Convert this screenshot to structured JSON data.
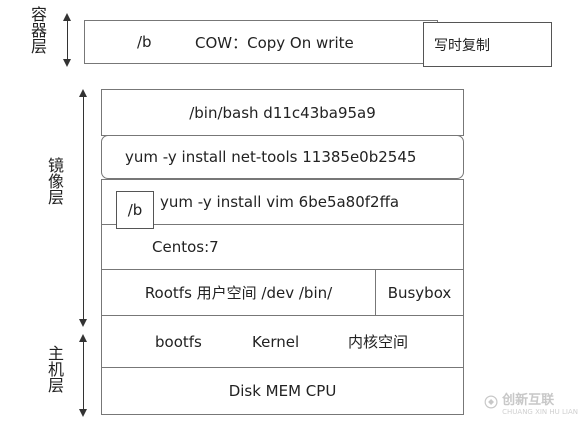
{
  "labels": {
    "container_layer": "容器层",
    "image_layer": "镜像层",
    "host_layer": "主机层"
  },
  "container": {
    "slash_b": "/b",
    "cow": "COW：Copy On write",
    "note": "写时复制"
  },
  "image_layers": [
    {
      "text": "/bin/bash d11c43ba95a9"
    },
    {
      "text": "yum -y install net-tools  11385e0b2545"
    },
    {
      "text": "yum -y install vim  6be5a80f2ffa"
    },
    {
      "text": "Centos:7"
    }
  ],
  "vim_tag": "/b",
  "rootfs": {
    "text": "Rootfs  用户空间  /dev  /bin/",
    "busybox": "Busybox"
  },
  "host": {
    "bootfs": "bootfs",
    "kernel": "Kernel",
    "kernel_space": "内核空间",
    "hardware": "Disk  MEM  CPU"
  },
  "watermark": {
    "text": "创新互联",
    "sub": "CHUANG XIN HU LIAN"
  }
}
